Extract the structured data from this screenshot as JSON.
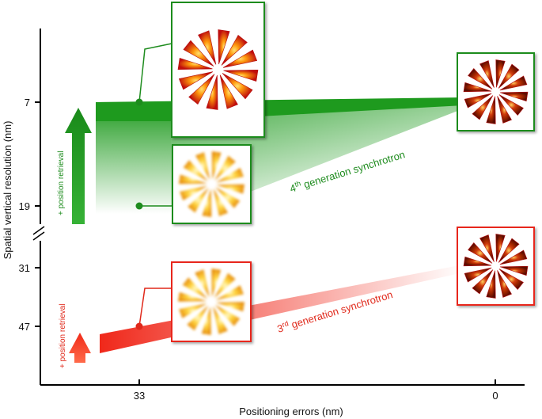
{
  "chart_data": {
    "type": "line",
    "x_axis": {
      "label": "Positioning errors (nm)",
      "ticks": [
        33,
        0
      ],
      "direction": "decreasing"
    },
    "y_axis": {
      "label": "Spatial vertical resolution (nm)",
      "ticks": [
        7,
        19,
        31,
        47
      ],
      "broken": true,
      "direction": "finer resolution upward"
    },
    "series": [
      {
        "name": "4th generation synchrotron",
        "label_main": "4",
        "label_sup": "th",
        "label_rest": " generation synchrotron",
        "color": "#1e8c1e",
        "points": [
          {
            "x": 33,
            "y": 7,
            "marker": true
          },
          {
            "x": 33,
            "y": 19,
            "marker": true
          },
          {
            "x": 0,
            "y": 7,
            "marker": false
          }
        ],
        "arrow_label": "+ position retrieval"
      },
      {
        "name": "3rd generation synchrotron",
        "label_main": "3",
        "label_sup": "rd",
        "label_rest": " generation synchrotron",
        "color": "#e8281e",
        "points": [
          {
            "x": 33,
            "y": 47,
            "marker": true
          },
          {
            "x": 0,
            "y": 31,
            "marker": false
          }
        ],
        "arrow_label": "+ position retrieval"
      }
    ],
    "insets": [
      {
        "series": 0,
        "x": 33,
        "y": 7,
        "quality": "sharp",
        "frame": "#1e8c1e"
      },
      {
        "series": 0,
        "x": 33,
        "y": 19,
        "quality": "blurred",
        "frame": "#1e8c1e"
      },
      {
        "series": 0,
        "x": 0,
        "y": 7,
        "quality": "sharp-small",
        "frame": "#1e8c1e"
      },
      {
        "series": 1,
        "x": 33,
        "y": 47,
        "quality": "blurred",
        "frame": "#e8281e"
      },
      {
        "series": 1,
        "x": 0,
        "y": 31,
        "quality": "sharp-small",
        "frame": "#e8281e"
      }
    ]
  }
}
